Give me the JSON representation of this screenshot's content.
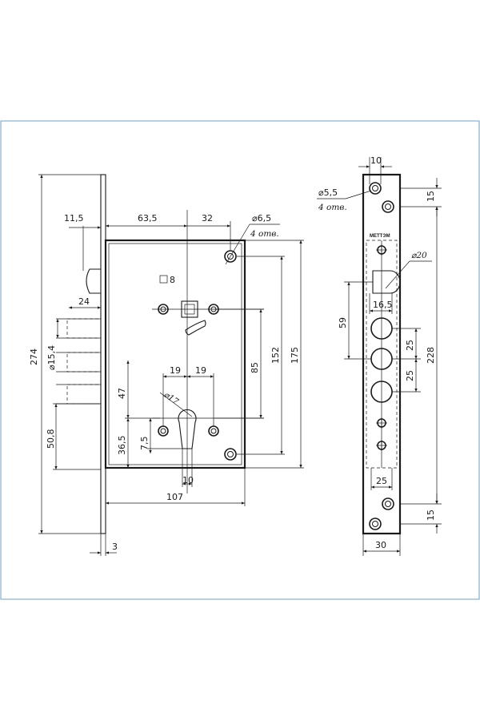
{
  "colors": {
    "line": "#1a1a1a",
    "frame": "#6fa3c8",
    "background": "#ffffff"
  },
  "front_view": {
    "dims": {
      "d_11_5": "11,5",
      "d_63_5": "63,5",
      "d_32": "32",
      "d_6_5": "⌀6,5",
      "d_4_otv": "4 отв.",
      "d_sq8": "8",
      "d_24": "24",
      "d_274": "274",
      "d_15_4": "⌀15,4",
      "d_19a": "19",
      "d_19b": "19",
      "d_17": "⌀17",
      "d_85": "85",
      "d_152": "152",
      "d_175": "175",
      "d_47": "47",
      "d_50_8": "50,8",
      "d_36_5": "36,5",
      "d_7_5": "7,5",
      "d_10": "10",
      "d_107": "107",
      "d_3": "3"
    }
  },
  "side_view": {
    "dims": {
      "d_10": "10",
      "d_5_5": "⌀5,5",
      "d_4_otv": "4 отв.",
      "d_15_top": "15",
      "d_20": "⌀20",
      "d_16_5": "16,5",
      "d_59": "59",
      "d_25a": "25",
      "d_25b": "25",
      "d_228": "228",
      "d_25_bottom": "25",
      "d_15_bottom": "15",
      "d_30": "30"
    },
    "logo_text": "МЕТТЭМ"
  }
}
